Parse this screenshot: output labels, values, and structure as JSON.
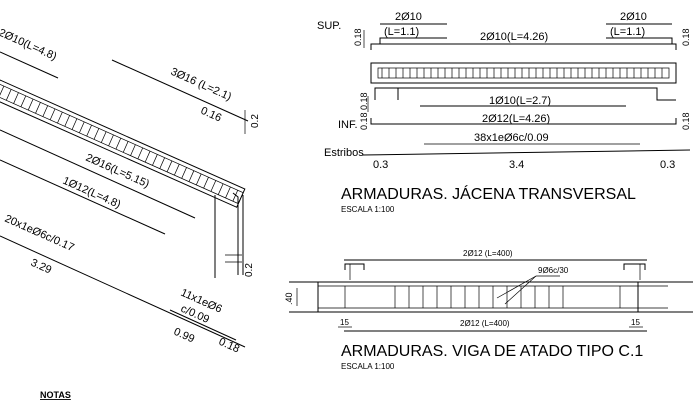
{
  "left_view": {
    "label_top": "2Ø10(L=4.8)",
    "label_3016": "3Ø16 (L=2.1)",
    "dim_016": "0.16",
    "dim_02_top": "0.2",
    "label_2016": "2Ø16(L=5.15)",
    "label_1012": "1Ø12(L=4.8)",
    "label_stirrups": "20x1eØ6c/0.17",
    "dim_329": "3.29",
    "dim_02_bottom": "0.2",
    "label_11x": "11x1eØ6",
    "label_c009": "c/0.09",
    "dim_099": "0.99",
    "dim_018": "0.18"
  },
  "jacena": {
    "sup_label": "SUP.",
    "top_left_count": "2Ø10",
    "top_left_len": "(L=1.1)",
    "top_mid": "2Ø10(L=4.26)",
    "top_right_count": "2Ø10",
    "top_right_len": "(L=1.1)",
    "dim_018_a": "0.18",
    "dim_018_b": "0.18",
    "dim_018_c": "0.18",
    "dim_018_d": "0.18",
    "inf_label": "INF.",
    "inf_1": "1Ø10(L=2.7)",
    "inf_2": "2Ø12(L=4.26)",
    "stirrups": "38x1eØ6c/0.09",
    "estribos": "Estribos",
    "span_left": "0.3",
    "span_mid": "3.4",
    "span_right": "0.3",
    "title": "ARMADURAS. JÁCENA TRANSVERSAL",
    "scale": "ESCALA 1:100"
  },
  "viga": {
    "top_bar": "2Ø12 (L=400)",
    "stirrup": "9Ø6c/30",
    "height": ".40",
    "left_dim": "15",
    "bottom_bar": "2Ø12 (L=400)",
    "right_dim": "15",
    "title": "ARMADURAS. VIGA DE ATADO TIPO C.1",
    "scale": "ESCALA 1:100"
  },
  "notes": {
    "heading": "NOTAS"
  }
}
